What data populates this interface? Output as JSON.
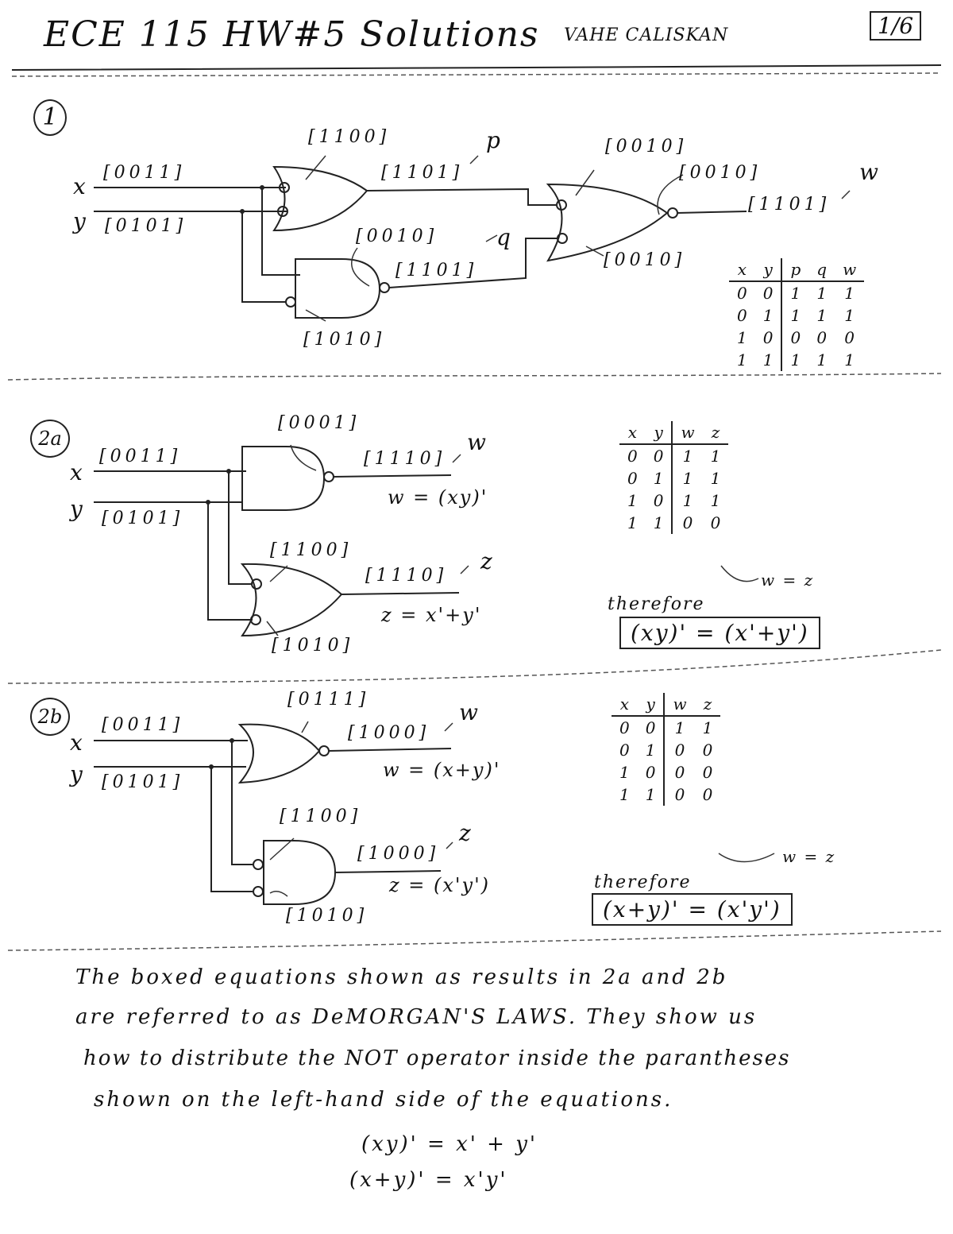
{
  "header": {
    "title": "ECE 115 HW#5 Solutions",
    "author": "VAHE CALISKAN",
    "page": "1/6"
  },
  "problem1": {
    "number": "1",
    "x_label": "x",
    "y_label": "y",
    "x_vec": "[0011]",
    "y_vec": "[0101]",
    "or_inv_in": "[1100]",
    "p_vec": "[1101]",
    "p_label": "p",
    "nand_in_top": "[0010]",
    "nand_in_bottom": "[1010]",
    "q_vec": "[1101]",
    "q_label": "q",
    "nor_in_top": "[0010]",
    "nor_out_mid": "[0010]",
    "nor_in_bottom": "[0010]",
    "w_vec": "[1101]",
    "w_label": "w",
    "truth_table": {
      "headers": [
        "x",
        "y",
        "p",
        "q",
        "w"
      ],
      "rows": [
        [
          "0",
          "0",
          "1",
          "1",
          "1"
        ],
        [
          "0",
          "1",
          "1",
          "1",
          "1"
        ],
        [
          "1",
          "0",
          "0",
          "0",
          "0"
        ],
        [
          "1",
          "1",
          "1",
          "1",
          "1"
        ]
      ]
    }
  },
  "problem2a": {
    "number": "2a",
    "x_label": "x",
    "y_label": "y",
    "x_vec": "[0011]",
    "y_vec": "[0101]",
    "and_out_pre": "[0001]",
    "w_vec": "[1110]",
    "w_label": "w",
    "w_eq": "w = (xy)'",
    "or_in_top": "[1100]",
    "or_in_bottom": "[1010]",
    "z_vec": "[1110]",
    "z_label": "z",
    "z_eq": "z = x'+y'",
    "truth_table": {
      "headers": [
        "x",
        "y",
        "w",
        "z"
      ],
      "rows": [
        [
          "0",
          "0",
          "1",
          "1"
        ],
        [
          "0",
          "1",
          "1",
          "1"
        ],
        [
          "1",
          "0",
          "1",
          "1"
        ],
        [
          "1",
          "1",
          "0",
          "0"
        ]
      ]
    },
    "equal_note": "w = z",
    "therefore": "therefore",
    "result": "(xy)' = (x'+y')"
  },
  "problem2b": {
    "number": "2b",
    "x_label": "x",
    "y_label": "y",
    "x_vec": "[0011]",
    "y_vec": "[0101]",
    "or_out_pre": "[0111]",
    "w_vec": "[1000]",
    "w_label": "w",
    "w_eq": "w = (x+y)'",
    "and_in_top": "[1100]",
    "and_in_bottom": "[1010]",
    "z_vec": "[1000]",
    "z_label": "z",
    "z_eq": "z = (x'y')",
    "truth_table": {
      "headers": [
        "x",
        "y",
        "w",
        "z"
      ],
      "rows": [
        [
          "0",
          "0",
          "1",
          "1"
        ],
        [
          "0",
          "1",
          "0",
          "0"
        ],
        [
          "1",
          "0",
          "0",
          "0"
        ],
        [
          "1",
          "1",
          "0",
          "0"
        ]
      ]
    },
    "equal_note": "w = z",
    "therefore": "therefore",
    "result": "(x+y)' = (x'y')"
  },
  "conclusion": {
    "line1": "The boxed equations shown as results in 2a and 2b",
    "line2": "are referred to as DeMORGAN'S LAWS. They show us",
    "line3": "how to distribute the NOT operator inside the parantheses",
    "line4": "shown on the left-hand side of the equations.",
    "eq1": "(xy)' = x' + y'",
    "eq2": "(x+y)' = x'y'"
  }
}
